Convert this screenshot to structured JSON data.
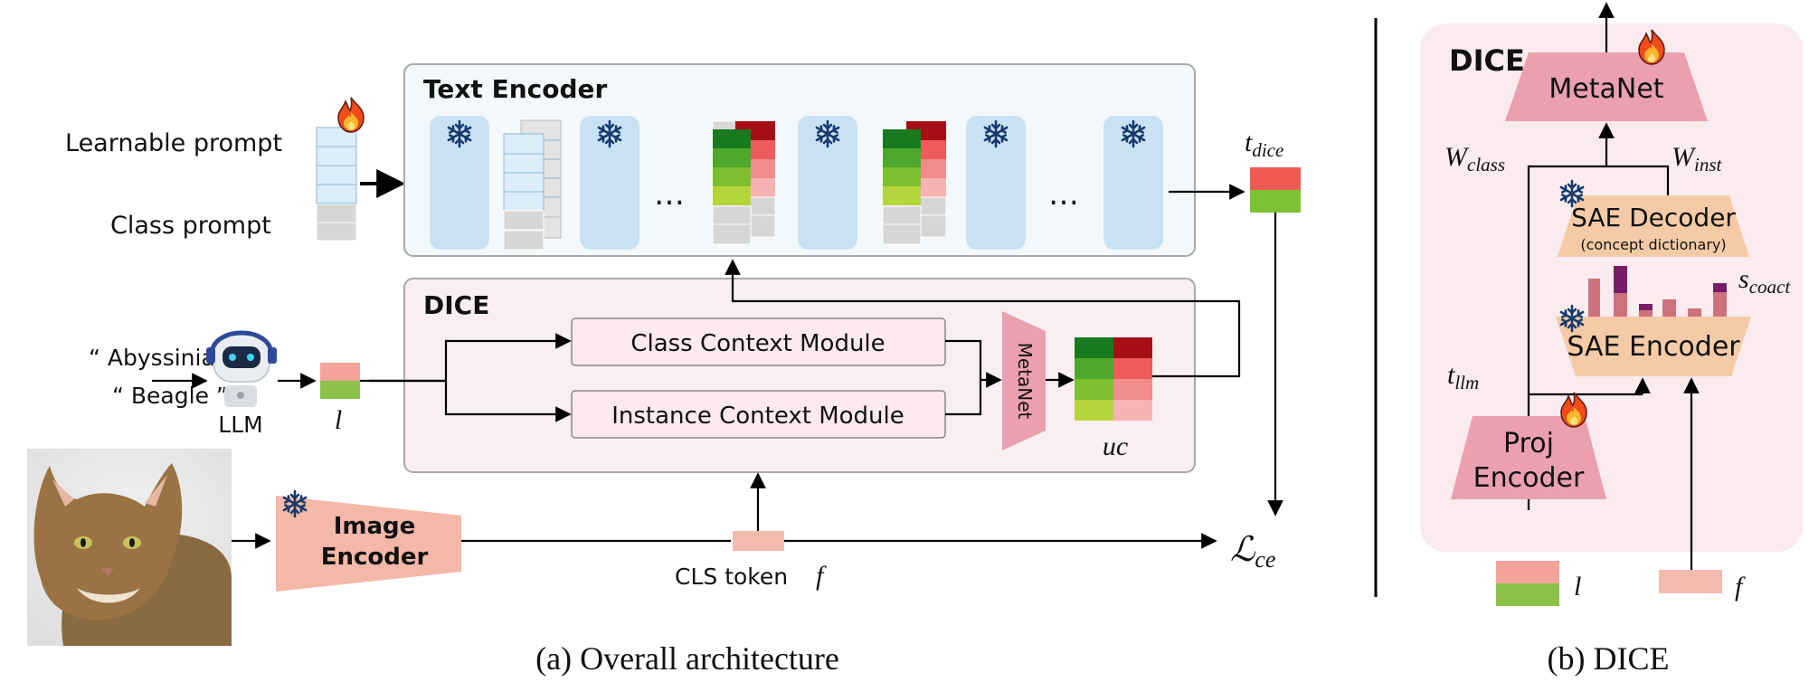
{
  "overall": {
    "caption": "(a) Overall architecture",
    "learnable_prompt": "Learnable prompt",
    "class_prompt": "Class prompt",
    "text_encoder_title": "Text Encoder",
    "ellipsis": "…",
    "t_dice_base": "t",
    "t_dice_sub": "dice",
    "dice_title": "DICE",
    "class_context_module": "Class Context Module",
    "instance_context_module": "Instance Context Module",
    "metanet": "MetaNet",
    "uc": "uc",
    "classname_1": "“ Abyssinian ”",
    "classname_2": "“ Beagle ”",
    "llm": "LLM",
    "l": "l",
    "image_encoder_line1": "Image",
    "image_encoder_line2": "Encoder",
    "cls_token": "CLS token",
    "f": "f",
    "loss_base": "ℒ",
    "loss_sub": "ce"
  },
  "dice_panel": {
    "caption": "(b) DICE",
    "title": "DICE",
    "metanet": "MetaNet",
    "w_class_base": "W",
    "w_class_sub": "class",
    "w_inst_base": "W",
    "w_inst_sub": "inst",
    "sae_decoder": "SAE Decoder",
    "sae_decoder_note": "(concept dictionary)",
    "s_coact_base": "s",
    "s_coact_sub": "coact",
    "sae_encoder": "SAE Encoder",
    "t_llm_base": "t",
    "t_llm_sub": "llm",
    "proj_line1": "Proj",
    "proj_line2": "Encoder",
    "l": "l",
    "f": "f"
  },
  "colors": {
    "text_encoder_panel": "#f3f8fb",
    "dice_panel": "#f9eff1",
    "frozen_block": "#c9e2f3",
    "module_fill": "#fde9ef",
    "metanet": "#eba0b0",
    "image_encoder": "#f4b8a8",
    "sae_block": "#f4cba6",
    "dice_b_panel": "#f9ebee"
  },
  "icons": [
    "fire-icon",
    "snowflake-icon",
    "robot-icon",
    "cat-photo"
  ]
}
